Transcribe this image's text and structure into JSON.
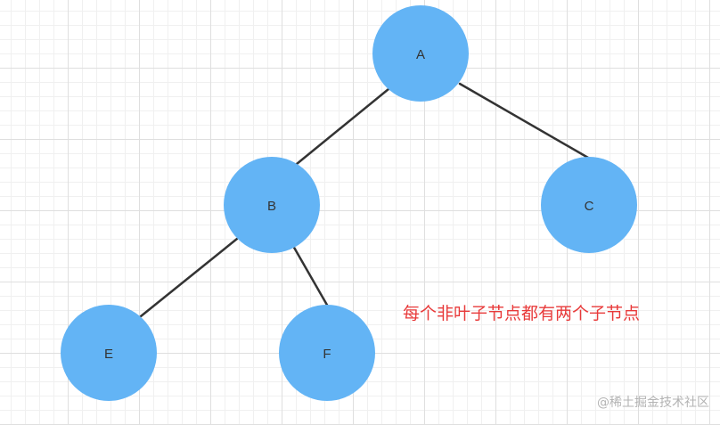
{
  "tree": {
    "nodes": [
      {
        "id": "A",
        "label": "A"
      },
      {
        "id": "B",
        "label": "B"
      },
      {
        "id": "C",
        "label": "C"
      },
      {
        "id": "E",
        "label": "E"
      },
      {
        "id": "F",
        "label": "F"
      }
    ],
    "edges": [
      {
        "from": "A",
        "to": "B"
      },
      {
        "from": "A",
        "to": "C"
      },
      {
        "from": "B",
        "to": "E"
      },
      {
        "from": "B",
        "to": "F"
      }
    ]
  },
  "annotation": "每个非叶子节点都有两个子节点",
  "watermark": "@稀土掘金技术社区",
  "colors": {
    "node_fill": "#63b4f5",
    "edge": "#333333",
    "annotation": "#e83a3a"
  }
}
